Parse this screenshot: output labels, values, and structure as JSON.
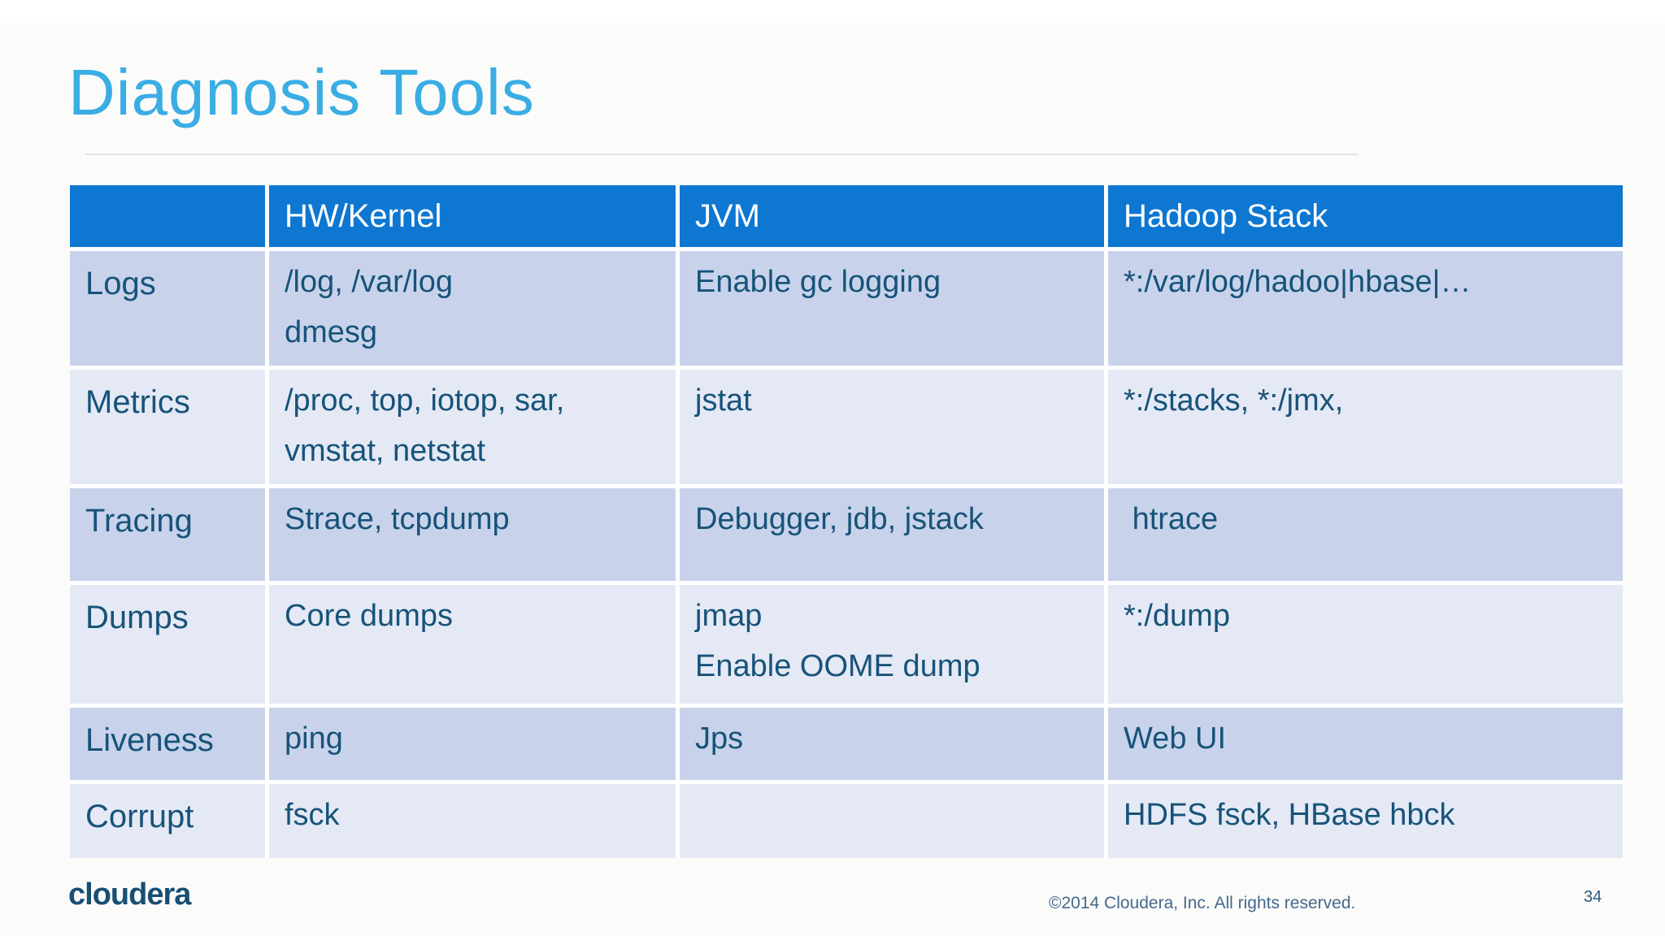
{
  "slide": {
    "title": "Diagnosis Tools",
    "logo_text": "cloudera",
    "footer_copyright": "©2014 Cloudera, Inc. All rights reserved.",
    "page_number": "34"
  },
  "table": {
    "columns": [
      "",
      "HW/Kernel",
      "JVM",
      "Hadoop Stack"
    ],
    "rows": [
      {
        "label": "Logs",
        "hw_kernel": "/log, /var/log\ndmesg",
        "jvm": "Enable gc logging",
        "hadoop_stack": "*:/var/log/hadoo|hbase|…"
      },
      {
        "label": "Metrics",
        "hw_kernel": "/proc, top, iotop, sar,\nvmstat, netstat",
        "jvm": "jstat",
        "hadoop_stack": "*:/stacks, *:/jmx,"
      },
      {
        "label": "Tracing",
        "hw_kernel": "Strace, tcpdump",
        "jvm": "Debugger, jdb, jstack",
        "hadoop_stack": " htrace"
      },
      {
        "label": "Dumps",
        "hw_kernel": "Core dumps",
        "jvm": "jmap\nEnable OOME dump",
        "hadoop_stack": "*:/dump"
      },
      {
        "label": "Liveness",
        "hw_kernel": "ping",
        "jvm": "Jps",
        "hadoop_stack": "Web UI"
      },
      {
        "label": "Corrupt",
        "hw_kernel": "fsck",
        "jvm": "",
        "hadoop_stack": "HDFS fsck, HBase hbck"
      }
    ]
  },
  "colors": {
    "header_blue": "#0d77d2",
    "row_alt_dark": "#c8d3eb",
    "row_alt_light": "#e4e9f5",
    "cell_text": "#175379",
    "title_blue": "#3aade4",
    "logo_navy": "#174e74"
  }
}
